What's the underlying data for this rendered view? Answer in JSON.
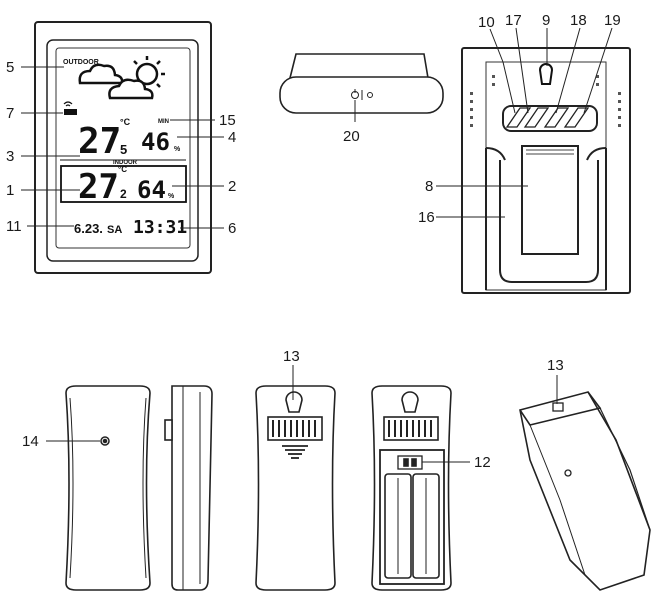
{
  "display": {
    "outdoor_label": "OUTDOOR",
    "indoor_label": "INDOOR",
    "min_label": "MIN",
    "outdoor_temp": "27",
    "outdoor_temp_decimal": "5",
    "outdoor_humidity": "46",
    "indoor_temp": "27",
    "indoor_temp_decimal": "2",
    "indoor_humidity": "64",
    "temp_unit": "°C",
    "humidity_unit": "%",
    "date": "6.23.",
    "weekday": "SA",
    "time": "13:31"
  },
  "callouts": {
    "c1": "1",
    "c2": "2",
    "c3": "3",
    "c4": "4",
    "c5": "5",
    "c6": "6",
    "c7": "7",
    "c8": "8",
    "c9": "9",
    "c10": "10",
    "c11": "11",
    "c12": "12",
    "c13a": "13",
    "c13b": "13",
    "c14": "14",
    "c15": "15",
    "c16": "16",
    "c17": "17",
    "c18": "18",
    "c19": "19",
    "c20": "20"
  },
  "icons": [
    "sun-behind-cloud-icon",
    "cloud-icon",
    "battery-icon",
    "wireless-signal-icon",
    "hanging-hole-icon",
    "reset-button-icon"
  ]
}
